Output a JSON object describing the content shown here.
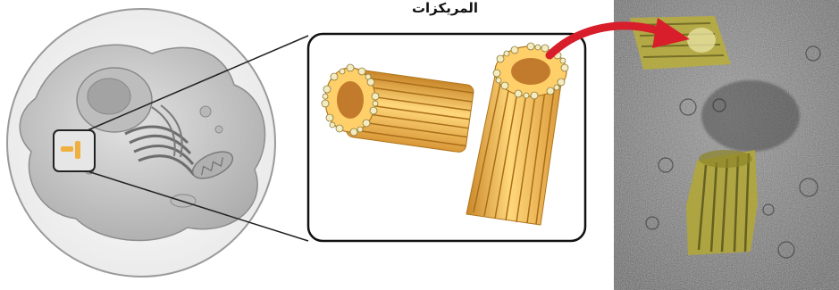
{
  "title": "المريكزات",
  "colors": {
    "tube": "#f2b24a",
    "tube_dark": "#c9862a",
    "tube_light": "#ffe39a",
    "cap": "#f4ecc0",
    "arrow": "#d81e2a",
    "cell": "#c9c9c9",
    "micrograph": "#8a8a8a",
    "stained": "#b8ae3a"
  },
  "icons": [
    "cell-illustration",
    "centriole-model",
    "micrograph",
    "pointer-arrow"
  ]
}
